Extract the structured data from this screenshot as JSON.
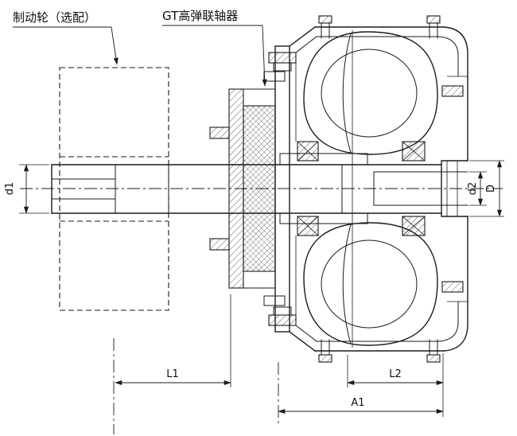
{
  "annotations": {
    "brake_wheel_label": "制动轮（选配）",
    "coupling_label": "GT高弹联轴器"
  },
  "dimensions": {
    "d1": "d1",
    "d2": "d2",
    "D": "D",
    "L1": "L1",
    "L2": "L2",
    "A1": "A1"
  },
  "colors": {
    "line": "#1b1b1b",
    "background": "#ffffff"
  }
}
